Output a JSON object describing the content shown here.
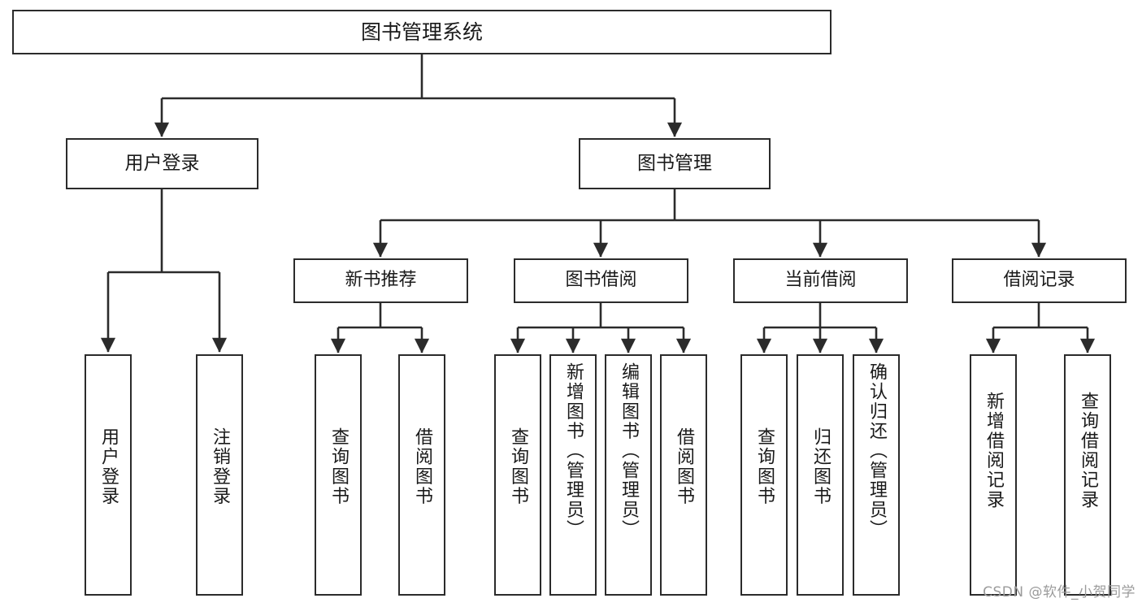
{
  "diagram": {
    "title": "图书管理系统",
    "type": "tree",
    "colors": {
      "stroke": "#2b2b2b",
      "box_fill": "#ffffff",
      "text": "#1a1a1a",
      "background": "#ffffff",
      "watermark": "#9b9b9b"
    },
    "root": {
      "id": "root",
      "label": "图书管理系统"
    },
    "level2": [
      {
        "id": "user-login",
        "label": "用户登录"
      },
      {
        "id": "book-manage",
        "label": "图书管理"
      }
    ],
    "level3": [
      {
        "id": "new-book-recommend",
        "label": "新书推荐",
        "parent": "book-manage"
      },
      {
        "id": "book-borrow",
        "label": "图书借阅",
        "parent": "book-manage"
      },
      {
        "id": "current-borrow",
        "label": "当前借阅",
        "parent": "book-manage"
      },
      {
        "id": "borrow-record",
        "label": "借阅记录",
        "parent": "book-manage"
      }
    ],
    "leaves": [
      {
        "id": "leaf-user-login",
        "label": "用户登录",
        "parent": "user-login"
      },
      {
        "id": "leaf-logout-login",
        "label": "注销登录",
        "parent": "user-login"
      },
      {
        "id": "leaf-query-book-1",
        "label": "查询图书",
        "parent": "new-book-recommend"
      },
      {
        "id": "leaf-borrow-book-1",
        "label": "借阅图书",
        "parent": "new-book-recommend"
      },
      {
        "id": "leaf-query-book-2",
        "label": "查询图书",
        "parent": "book-borrow"
      },
      {
        "id": "leaf-add-book",
        "label": "新增图书（管理员）",
        "parent": "book-borrow"
      },
      {
        "id": "leaf-edit-book",
        "label": "编辑图书（管理员）",
        "parent": "book-borrow"
      },
      {
        "id": "leaf-borrow-book-2",
        "label": "借阅图书",
        "parent": "book-borrow"
      },
      {
        "id": "leaf-query-book-3",
        "label": "查询图书",
        "parent": "current-borrow"
      },
      {
        "id": "leaf-return-book",
        "label": "归还图书",
        "parent": "current-borrow"
      },
      {
        "id": "leaf-confirm-return",
        "label": "确认归还（管理员）",
        "parent": "current-borrow"
      },
      {
        "id": "leaf-add-record",
        "label": "新增借阅记录",
        "parent": "borrow-record"
      },
      {
        "id": "leaf-query-record",
        "label": "查询借阅记录",
        "parent": "borrow-record"
      }
    ],
    "watermark": "CSDN @软件_小贺同学"
  }
}
